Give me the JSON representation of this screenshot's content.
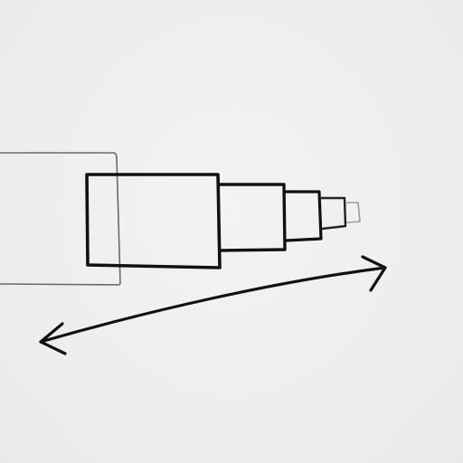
{
  "diagram": {
    "description_labels": [],
    "colors": {
      "background": "#eeeeee",
      "ink": "#111111",
      "faint_ink": "#6a6a6a",
      "ghost_ink": "#9a9a9a"
    },
    "shapes": [
      {
        "name": "background-frame-rect",
        "style": "faint"
      },
      {
        "name": "segment-1-rect",
        "style": "bold"
      },
      {
        "name": "segment-2-rect",
        "style": "bold"
      },
      {
        "name": "segment-3-rect",
        "style": "bold"
      },
      {
        "name": "segment-4-rect",
        "style": "medium"
      },
      {
        "name": "segment-5-rect",
        "style": "ghost"
      }
    ],
    "arrow": {
      "type": "double-headed",
      "direction": "diagonal"
    }
  }
}
